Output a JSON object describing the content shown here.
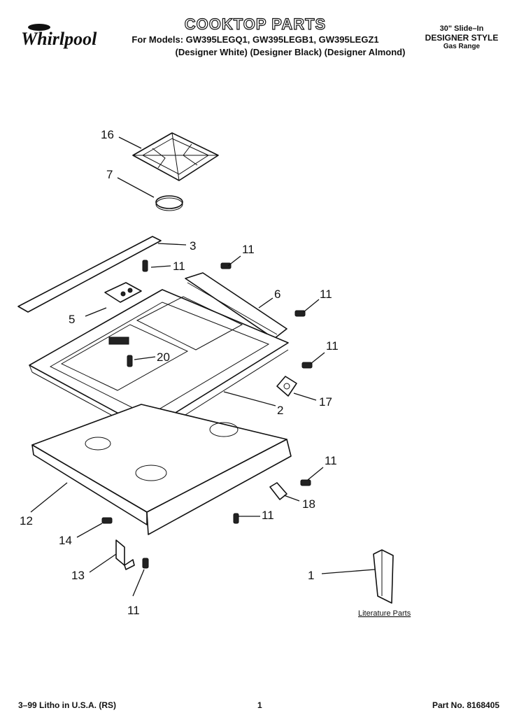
{
  "header": {
    "logo_text": "Whirlpool",
    "title": "COOKTOP PARTS",
    "models": "For Models: GW395LEGQ1, GW395LEGB1, GW395LEGZ1",
    "variants": "(Designer White) (Designer Black) (Designer Almond)",
    "range_size": "30\" Slide–In",
    "range_style": "DESIGNER STYLE",
    "range_type": "Gas Range"
  },
  "callouts": {
    "c16": "16",
    "c7": "7",
    "c3": "3",
    "c11a": "11",
    "c11b": "11",
    "c6": "6",
    "c11c": "11",
    "c5": "5",
    "c20": "20",
    "c11d": "11",
    "c17": "17",
    "c2": "2",
    "c12": "12",
    "c11e": "11",
    "c18": "18",
    "c11f": "11",
    "c14": "14",
    "c13": "13",
    "c11g": "11",
    "c1": "1"
  },
  "literature_label": "Literature Parts",
  "footer": {
    "litho": "3–99 Litho in U.S.A. (RS)",
    "page": "1",
    "part_no": "Part No. 8168405"
  }
}
